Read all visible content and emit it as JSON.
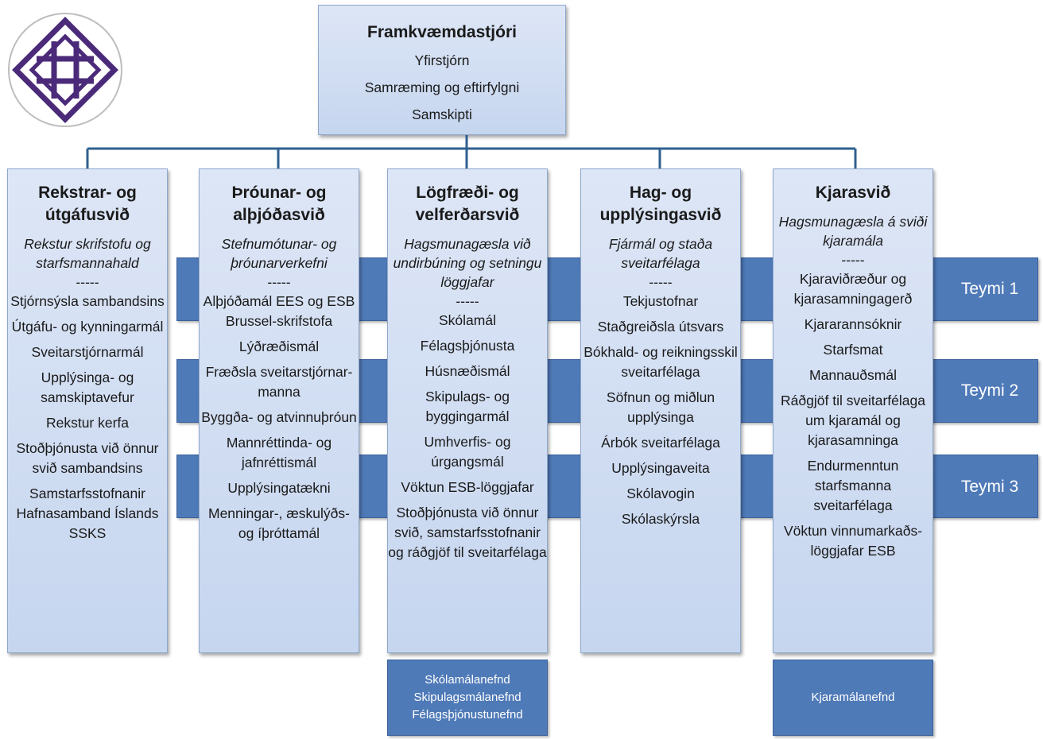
{
  "ceo": {
    "title": "Framkvæmdastjóri",
    "lines": [
      "Yfirstjórn",
      "Samræming og eftirfylgni",
      "Samskipti"
    ]
  },
  "teams": [
    "Teymi 1",
    "Teymi 2",
    "Teymi 3"
  ],
  "columns": [
    {
      "title": "Rekstrar- og útgáfusvið",
      "description": "Rekstur skrifstofu og starfsmannahald",
      "separator": "-----",
      "items": [
        "Stjórnsýsla sambandsins",
        "Útgáfu- og kynningarmál",
        "Sveitarstjórnarmál",
        "Upplýsinga- og samskiptavefur",
        "Rekstur kerfa",
        "Stoðþjónusta við önnur svið sambandsins",
        "Samstarfsstofnanir Hafnasamband Íslands SSKS"
      ]
    },
    {
      "title": "Þróunar- og alþjóðasvið",
      "description": "Stefnumótunar- og þróunarverkefni",
      "separator": "-----",
      "items": [
        "Alþjóðamál EES og ESB Brussel-skrifstofa",
        "Lýðræðismál",
        "Fræðsla sveitarstjórnar-manna",
        "Byggða- og atvinnuþróun",
        "Mannréttinda- og jafnréttismál",
        "Upplýsingatækni",
        "Menningar-, æskulýðs- og íþróttamál"
      ]
    },
    {
      "title": "Lögfræði- og velferðarsvið",
      "description": "Hagsmunagæsla við undirbúning og setningu löggjafar",
      "separator": "-----",
      "items": [
        "Skólamál",
        "Félagsþjónusta",
        "Húsnæðismál",
        "Skipulags- og byggingarmál",
        "Umhverfis- og úrgangsmál",
        "Vöktun ESB-löggjafar",
        "Stoðþjónusta við önnur svið, samstarfsstofnanir og ráðgjöf til sveitarfélaga"
      ]
    },
    {
      "title": "Hag- og upplýsingasvið",
      "description": "Fjármál og staða sveitarfélaga",
      "separator": "-----",
      "items": [
        "Tekjustofnar",
        "Staðgreiðsla útsvars",
        "Bókhald- og reikningsskil sveitarfélaga",
        "Söfnun og miðlun upplýsinga",
        "Árbók sveitarfélaga",
        "Upplýsingaveita",
        "Skólavogin",
        "Skólaskýrsla"
      ]
    },
    {
      "title": "Kjarasvið",
      "description": "Hagsmunagæsla á sviði kjaramála",
      "separator": "-----",
      "items": [
        "Kjaraviðræður og kjarasamningagerð",
        "Kjararannsóknir",
        "Starfsmat",
        "Mannauðsmál",
        "Ráðgjöf til sveitarfélaga um kjaramál og kjarasamninga",
        "Endurmenntun starfsmanna sveitarfélaga",
        "Vöktun vinnumarkaðs-löggjafar ESB"
      ]
    }
  ],
  "committees": {
    "velferd": [
      "Skólamálanefnd",
      "Skipulagsmálanefnd",
      "Félagsþjónustunefnd"
    ],
    "kjara": [
      "Kjaramálanefnd"
    ]
  },
  "logo": {
    "icon": "interlaced-diamond-knot-icon",
    "color": "#4b2a7a"
  }
}
